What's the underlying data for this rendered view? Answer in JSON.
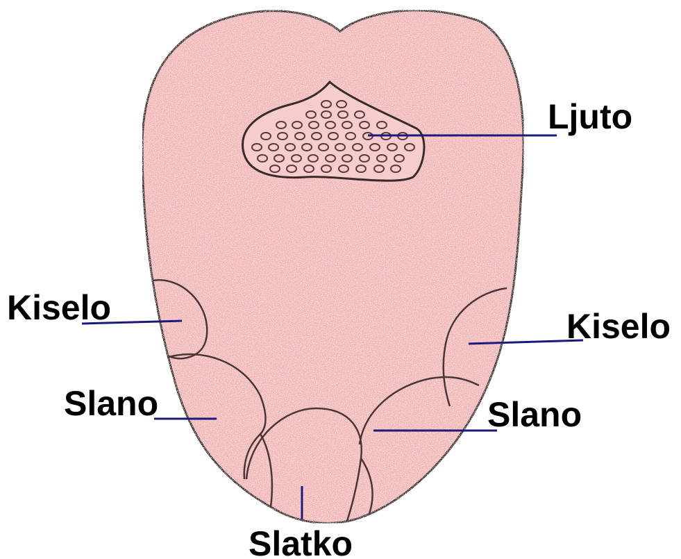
{
  "diagram": {
    "colors": {
      "tongue_fill": "#f2b8b8",
      "outline": "#3a2a2a",
      "leader_line": "#1a1a7a"
    },
    "labels": {
      "ljuto": "Ljuto",
      "kiselo_left": "Kiselo",
      "kiselo_right": "Kiselo",
      "slano_left": "Slano",
      "slano_right": "Slano",
      "slatko": "Slatko"
    }
  }
}
